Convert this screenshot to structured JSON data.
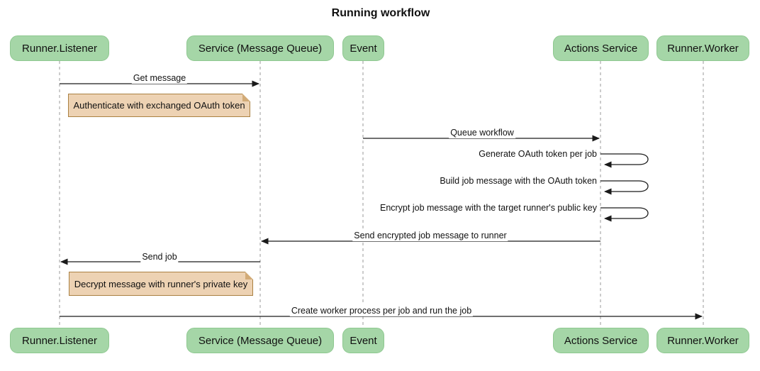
{
  "title": "Running workflow",
  "participants": [
    {
      "label": "Runner.Listener"
    },
    {
      "label": "Service (Message Queue)"
    },
    {
      "label": "Event"
    },
    {
      "label": "Actions Service"
    },
    {
      "label": "Runner.Worker"
    }
  ],
  "messages": [
    {
      "label": "Get message",
      "from": "Runner.Listener",
      "to": "Service (Message Queue)",
      "type": "solid-arrow"
    },
    {
      "label": "Queue workflow",
      "from": "Event",
      "to": "Actions Service",
      "type": "solid-arrow"
    },
    {
      "label": "Generate OAuth token per job",
      "from": "Actions Service",
      "to": "Actions Service",
      "type": "self-loop"
    },
    {
      "label": "Build job message with the OAuth token",
      "from": "Actions Service",
      "to": "Actions Service",
      "type": "self-loop"
    },
    {
      "label": "Encrypt job message with the target runner's public key",
      "from": "Actions Service",
      "to": "Actions Service",
      "type": "self-loop"
    },
    {
      "label": "Send encrypted job message to runner",
      "from": "Actions Service",
      "to": "Service (Message Queue)",
      "type": "solid-arrow"
    },
    {
      "label": "Send job",
      "from": "Service (Message Queue)",
      "to": "Runner.Listener",
      "type": "solid-arrow"
    },
    {
      "label": "Create worker process per job and run the job",
      "from": "Runner.Listener",
      "to": "Runner.Worker",
      "type": "solid-arrow"
    }
  ],
  "notes": [
    {
      "text": "Authenticate with exchanged OAuth token",
      "position": "right of Runner.Listener"
    },
    {
      "text": "Decrypt message with runner's private key",
      "position": "right of Runner.Listener"
    }
  ],
  "colors": {
    "participant_fill": "#a5d6a7",
    "participant_border": "#8ec890",
    "note_fill": "#edd2b3",
    "note_border": "#aa8142",
    "lifeline": "#999999",
    "arrow": "#1a1a1a",
    "background": "#ffffff",
    "text": "#111111"
  }
}
